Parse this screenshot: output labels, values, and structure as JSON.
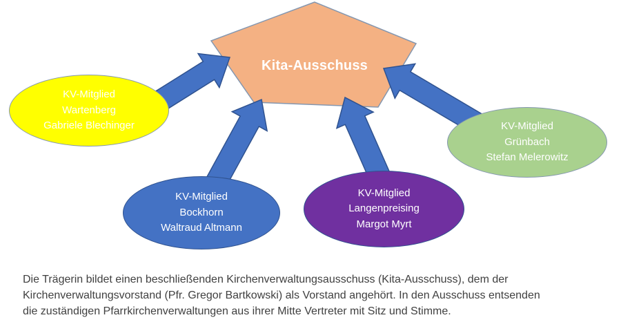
{
  "diagram": {
    "center": {
      "label": "Kita-Ausschuss",
      "fill": "#F4B183",
      "stroke": "#8497B0"
    },
    "arrow": {
      "fill": "#4472C4",
      "stroke": "#2F528F"
    },
    "nodes": [
      {
        "id": "wartenberg",
        "lines": [
          "KV-Mitglied",
          "Wartenberg",
          "Gabriele Blechinger"
        ],
        "fill": "#FFFF00",
        "stroke": "#8497B0"
      },
      {
        "id": "bockhorn",
        "lines": [
          "KV-Mitglied",
          "Bockhorn",
          "Waltraud Altmann"
        ],
        "fill": "#4472C4",
        "stroke": "#2F528F"
      },
      {
        "id": "langenpreising",
        "lines": [
          "KV-Mitglied",
          "Langenpreising",
          "Margot Myrt"
        ],
        "fill": "#7030A0",
        "stroke": "#2F528F"
      },
      {
        "id": "gruenbach",
        "lines": [
          "KV-Mitglied",
          "Grünbach",
          "Stefan Melerowitz"
        ],
        "fill": "#A9D18E",
        "stroke": "#8497B0"
      }
    ]
  },
  "caption": {
    "lines": [
      "Die Trägerin bildet einen beschließenden Kirchenverwaltungsausschuss (Kita-Ausschuss), dem der",
      "Kirchenverwaltungsvorstand (Pfr. Gregor Bartkowski) als Vorstand angehört. In den Ausschuss entsenden",
      "die zuständigen Pfarrkirchenverwaltungen aus ihrer Mitte Vertreter mit Sitz und Stimme."
    ]
  }
}
